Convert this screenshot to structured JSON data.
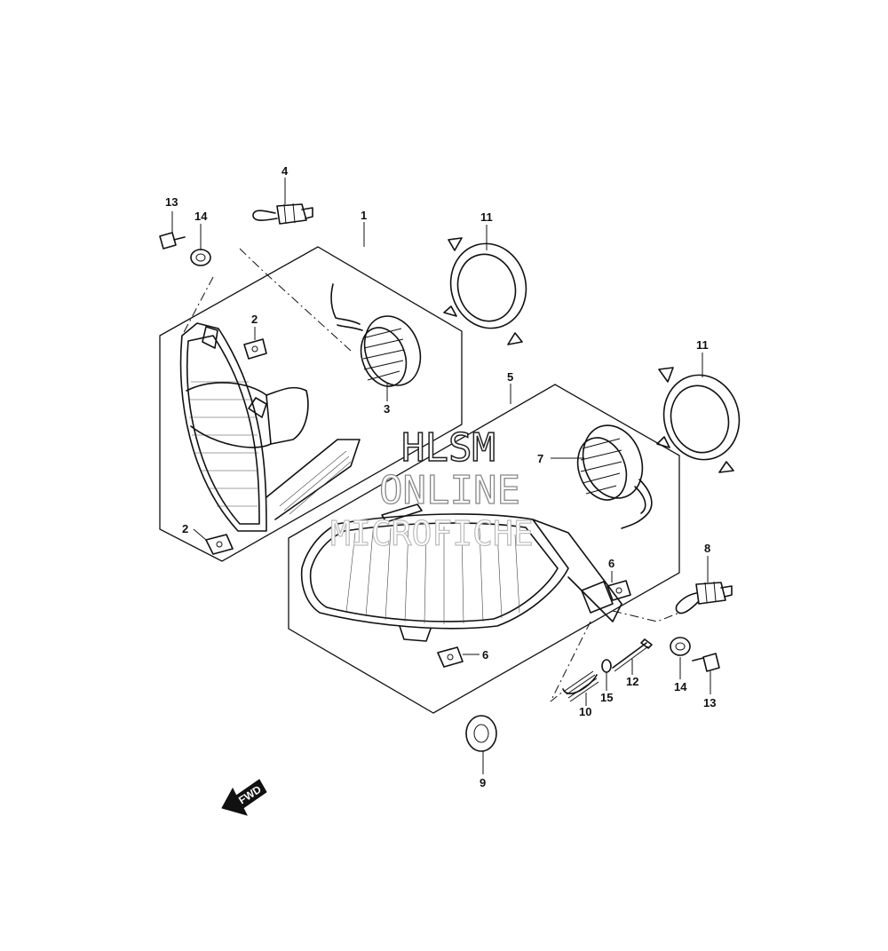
{
  "watermark": {
    "line1": "HLSM",
    "line2": "ONLINE",
    "line3": "MICROFICHE"
  },
  "direction_marker": {
    "text": "FWD",
    "icon": "arrow-left-down-icon"
  },
  "callouts": {
    "c1": "1",
    "c2a": "2",
    "c2b": "2",
    "c3": "3",
    "c4": "4",
    "c5": "5",
    "c6a": "6",
    "c6b": "6",
    "c7": "7",
    "c8": "8",
    "c9": "9",
    "c10": "10",
    "c11a": "11",
    "c11b": "11",
    "c12": "12",
    "c13a": "13",
    "c13b": "13",
    "c14a": "14",
    "c14b": "14",
    "c15": "15"
  }
}
